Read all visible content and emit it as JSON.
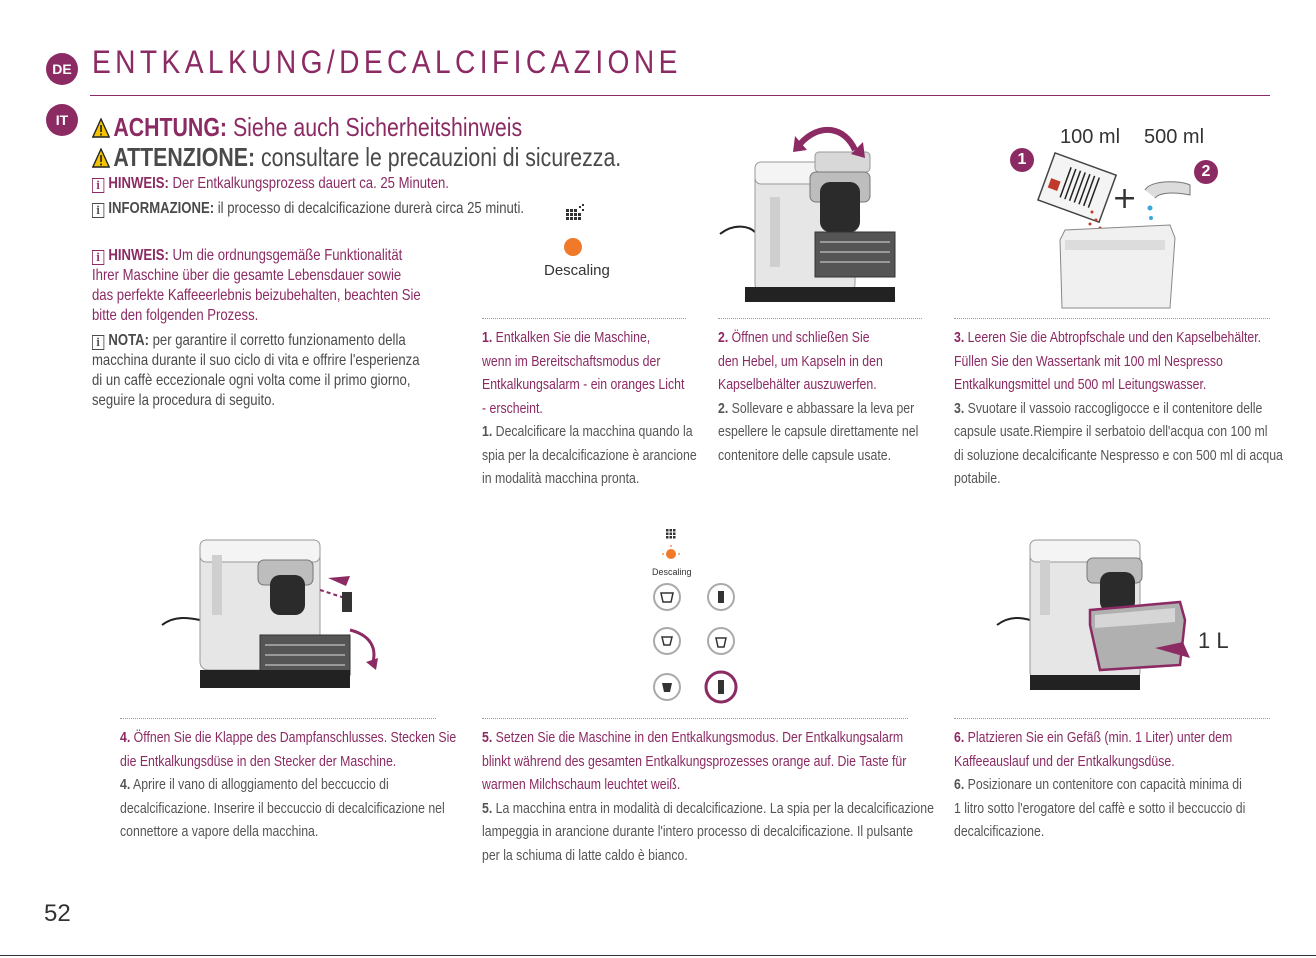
{
  "languages": {
    "de": "DE",
    "it": "IT"
  },
  "title": {
    "main": "ENTKALKUNG/",
    "alt": "DECALCIFICAZIONE"
  },
  "warnings": {
    "de": {
      "label": "ACHTUNG:",
      "text": " Siehe auch Sicherheitshinweis"
    },
    "it": {
      "label": "ATTENZIONE:",
      "text": " consultare le precauzioni di sicurezza."
    }
  },
  "notes": {
    "de": {
      "label": "HINWEIS:",
      "text": " Der Entkalkungsprozess dauert ca. 25 Minuten."
    },
    "it": {
      "label": "INFORMAZIONE:",
      "text": " il processo di decalcificazione durerà circa 25 minuti."
    }
  },
  "intro": {
    "de": {
      "label": "HINWEIS:",
      "lines": [
        " Um die ordnungsgemäße Funktionalität",
        "Ihrer Maschine über die gesamte Lebensdauer sowie",
        "das perfekte Kaffeeerlebnis beizubehalten, beachten Sie",
        "bitte den folgenden Prozess."
      ]
    },
    "it": {
      "label": "NOTA:",
      "lines": [
        " per garantire il corretto funzionamento della",
        "macchina durante il suo ciclo di vita e offrire l'esperienza",
        "di un caffè eccezionale ogni volta come il primo giorno,",
        "seguire la procedura di seguito."
      ]
    }
  },
  "labels": {
    "descaling": "Descaling",
    "descaling_small": "Descaling",
    "ml100": "100 ml",
    "ml500": "500 ml",
    "n1": "1",
    "n2": "2",
    "liter": "1 L"
  },
  "steps": [
    {
      "num": "1.",
      "de": [
        " Entkalken Sie die Maschine,",
        "wenn im Bereitschaftsmodus der",
        "Entkalkungsalarm - ein oranges Licht",
        "- erscheint."
      ],
      "it": [
        " Decalcificare la macchina quando la",
        "spia per la decalcificazione è arancione",
        "in modalità macchina pronta."
      ]
    },
    {
      "num": "2.",
      "de": [
        " Öffnen und schließen Sie",
        "den Hebel, um Kapseln in den",
        "Kapselbehälter auszuwerfen."
      ],
      "it": [
        " Sollevare e abbassare la leva per",
        "espellere le capsule direttamente nel",
        "contenitore delle capsule usate."
      ]
    },
    {
      "num": "3.",
      "de": [
        " Leeren Sie die Abtropfschale und den Kapselbehälter.",
        "Füllen Sie den Wassertank mit 100 ml Nespresso",
        "Entkalkungsmittel und 500 ml Leitungswasser."
      ],
      "it": [
        " Svuotare il vassoio raccogligocce e il contenitore delle",
        "capsule usate.Riempire il serbatoio dell'acqua con 100 ml",
        "di soluzione decalcificante Nespresso e con 500 ml di acqua",
        "potabile."
      ]
    },
    {
      "num": "4.",
      "de": [
        " Öffnen Sie die Klappe des Dampfanschlusses. Stecken Sie",
        "die Entkalkungsdüse in den Stecker der Maschine."
      ],
      "it": [
        " Aprire il vano di alloggiamento del beccuccio di",
        "decalcificazione. Inserire il beccuccio di decalcificazione nel",
        "connettore a vapore della macchina."
      ]
    },
    {
      "num": "5.",
      "de": [
        " Setzen Sie die Maschine in den Entkalkungsmodus. Der Entkalkungsalarm",
        "blinkt während des gesamten Entkalkungsprozesses orange auf. Die Taste  für",
        "warmen Milchschaum leuchtet weiß."
      ],
      "it": [
        " La macchina entra in modalità di decalcificazione. La spia per la decalcificazione",
        "lampeggia in arancione durante l'intero processo di decalcificazione. Il pulsante",
        "per la schiuma di latte caldo è bianco."
      ]
    },
    {
      "num": "6.",
      "de": [
        " Platzieren Sie ein Gefäß (min. 1 Liter) unter dem",
        "Kaffeeauslauf und der Entkalkungsdüse."
      ],
      "it": [
        " Posizionare un contenitore con capacità minima di",
        "1 litro sotto l'erogatore del caffè e sotto il beccuccio di",
        "decalcificazione."
      ]
    }
  ],
  "page_number": "52",
  "colors": {
    "accent": "#8b2a63",
    "orange": "#f07a2a",
    "text": "#4a4a4a"
  }
}
